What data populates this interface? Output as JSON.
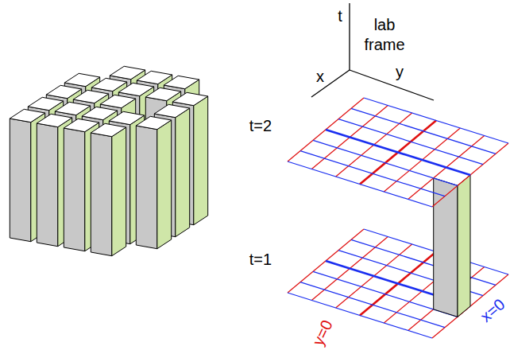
{
  "diagram": {
    "labels": [
      "t",
      "lab frame",
      "x",
      "y",
      "t=2",
      "t=1",
      "y=0",
      "x=0"
    ]
  }
}
